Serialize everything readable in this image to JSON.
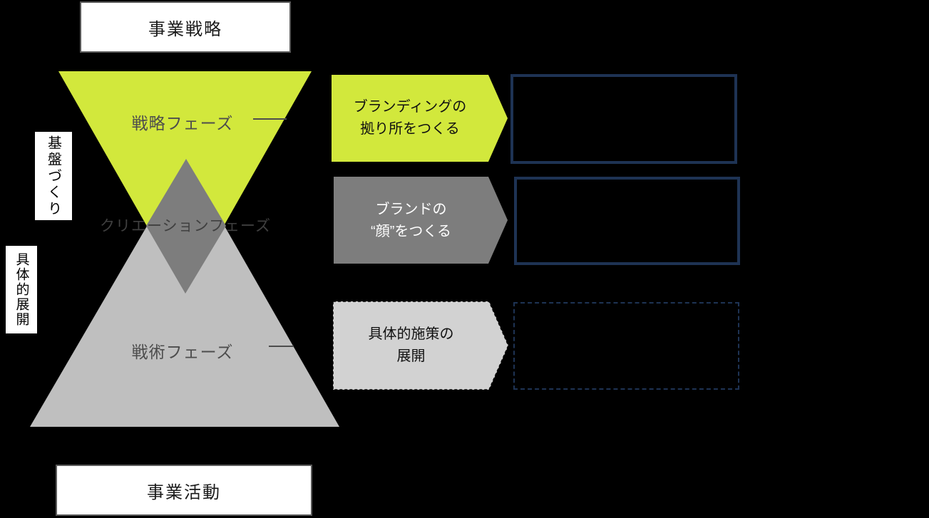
{
  "title_boxes": {
    "top": "事業戦略",
    "bottom": "事業活動"
  },
  "side_labels": {
    "foundation": "基盤づくり",
    "development": "具体的展開"
  },
  "funnel": {
    "strategy_phase": "戦略フェーズ",
    "creation_phase": "クリエーションフェーズ",
    "tactics_phase": "戦術フェーズ"
  },
  "chevrons": {
    "branding": {
      "line1": "ブランディングの",
      "line2": "拠り所をつくる"
    },
    "brand_face": {
      "line1": "ブランドの",
      "line2": "“顔”をつくる"
    },
    "measures": {
      "line1": "具体的施策の",
      "line2": "展開"
    }
  },
  "right_boxes": [
    {
      "style": "solid"
    },
    {
      "style": "solid"
    },
    {
      "style": "dashed"
    }
  ],
  "colors": {
    "background": "#000000",
    "yellow_green": "#d2e83c",
    "mid_gray": "#7d7d7d",
    "light_gray": "#bfbfbf",
    "lighter_gray": "#d2d2d2",
    "navy_border": "#1e3354",
    "label_gray": "#4d4d4d"
  }
}
